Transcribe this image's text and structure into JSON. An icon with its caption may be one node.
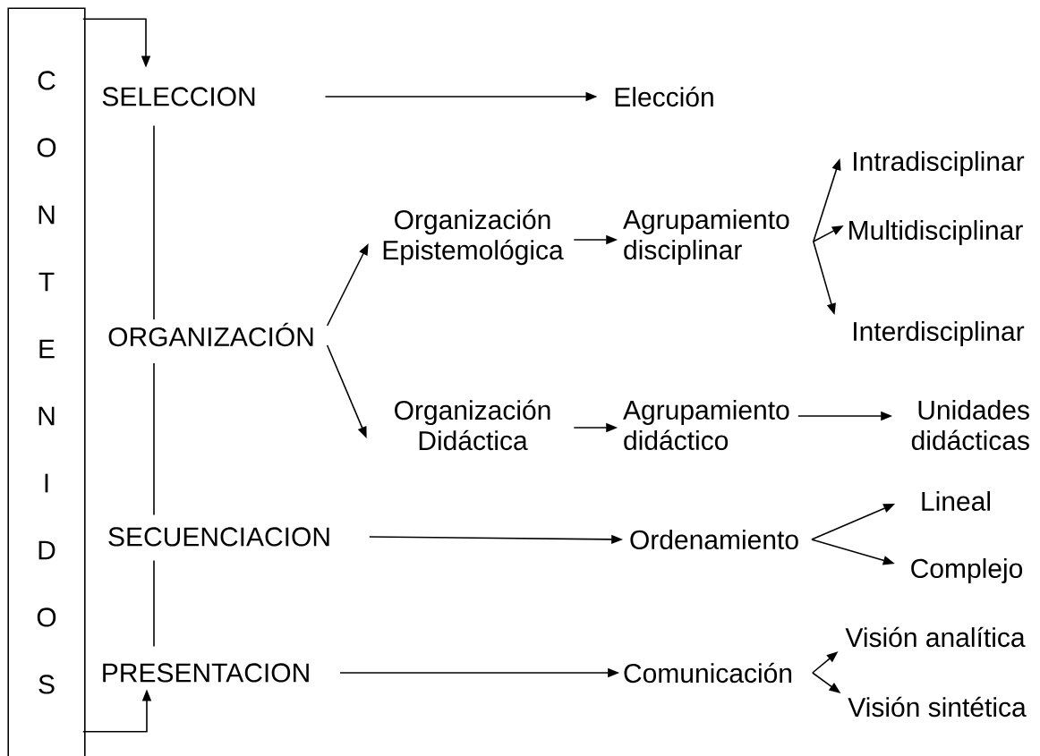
{
  "diagram": {
    "nodes": [
      {
        "text": [
          "C O N T E N I D O S"
        ]
      },
      {
        "text": [
          "SELECCION"
        ]
      },
      {
        "text": [
          "Elección"
        ]
      },
      {
        "text": [
          "ORGANIZACIÓN"
        ]
      },
      {
        "text": [
          "Organización Epistemológica"
        ]
      },
      {
        "text": [
          "Agrupamiento disciplinar"
        ]
      },
      {
        "text": [
          "Intradisciplinar"
        ]
      },
      {
        "text": [
          "Multidisciplinar"
        ]
      },
      {
        "text": [
          "Interdisciplinar"
        ]
      },
      {
        "text": [
          "Organización Didáctica"
        ]
      },
      {
        "text": [
          "Agrupamiento didáctico"
        ]
      },
      {
        "text": [
          "Unidades didácticas"
        ]
      },
      {
        "text": [
          "SECUENCIACION"
        ]
      },
      {
        "text": [
          "Ordenamiento"
        ]
      },
      {
        "text": [
          "Lineal"
        ]
      },
      {
        "text": [
          "Complejo"
        ]
      },
      {
        "text": [
          "PRESENTACION"
        ]
      },
      {
        "text": [
          "Comunicación"
        ]
      },
      {
        "text": [
          "Visión analítica"
        ]
      },
      {
        "text": [
          "Visión sintética"
        ]
      }
    ],
    "edges": [
      {
        "from": 0,
        "to": 1,
        "arrow": "to"
      },
      {
        "from": 0,
        "to": 16,
        "arrow": "to"
      },
      {
        "from": 1,
        "to": 3,
        "arrow": "none"
      },
      {
        "from": 3,
        "to": 12,
        "arrow": "none"
      },
      {
        "from": 12,
        "to": 16,
        "arrow": "none"
      },
      {
        "from": 1,
        "to": 2,
        "arrow": "to"
      },
      {
        "from": 3,
        "to": 4,
        "arrow": "to"
      },
      {
        "from": 3,
        "to": 9,
        "arrow": "to"
      },
      {
        "from": 4,
        "to": 5,
        "arrow": "to"
      },
      {
        "from": 9,
        "to": 10,
        "arrow": "to"
      },
      {
        "from": 5,
        "to": 6,
        "arrow": "to"
      },
      {
        "from": 5,
        "to": 7,
        "arrow": "to"
      },
      {
        "from": 5,
        "to": 8,
        "arrow": "to"
      },
      {
        "from": 10,
        "to": 11,
        "arrow": "to"
      },
      {
        "from": 12,
        "to": 13,
        "arrow": "to"
      },
      {
        "from": 13,
        "to": 14,
        "arrow": "to"
      },
      {
        "from": 13,
        "to": 15,
        "arrow": "to"
      },
      {
        "from": 16,
        "to": 17,
        "arrow": "to"
      },
      {
        "from": 17,
        "to": 18,
        "arrow": "to"
      },
      {
        "from": 17,
        "to": 19,
        "arrow": "to"
      }
    ]
  }
}
